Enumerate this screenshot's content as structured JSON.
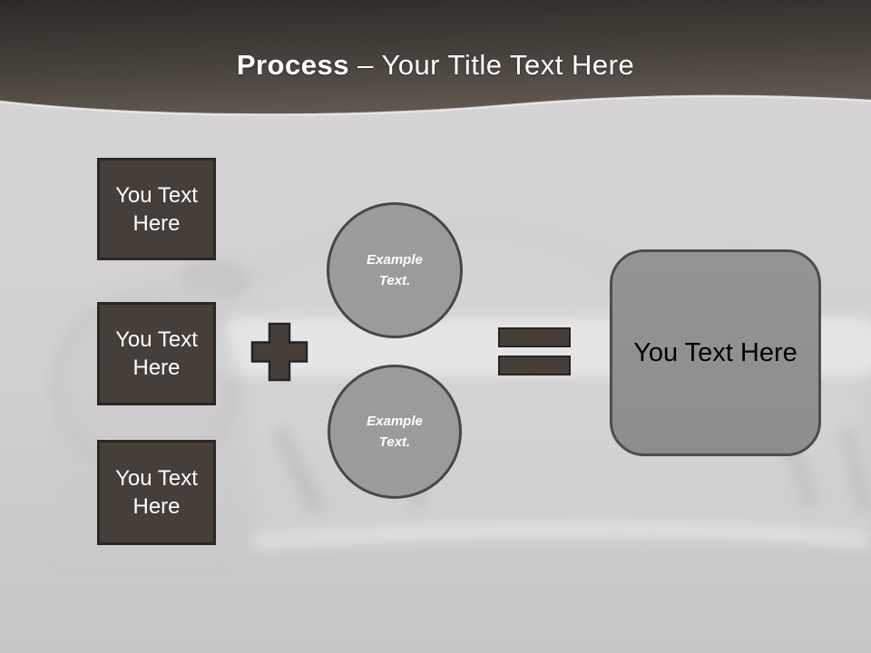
{
  "slide": {
    "title": {
      "emphasis": "Process",
      "rest": "– Your Title Text Here"
    },
    "left_boxes": [
      {
        "label": "You Text Here",
        "lines": [
          "You Text",
          "Here"
        ]
      },
      {
        "label": "You Text Here",
        "lines": [
          "You Text",
          "Here"
        ]
      },
      {
        "label": "You Text Here",
        "lines": [
          "You Text",
          "Here"
        ]
      }
    ],
    "circles": [
      {
        "label": "Example Text.",
        "lines": [
          "Example",
          "Text."
        ]
      },
      {
        "label": "Example Text.",
        "lines": [
          "Example",
          "Text."
        ]
      }
    ],
    "operators": [
      {
        "type": "plus"
      },
      {
        "type": "equals"
      }
    ],
    "result_box": {
      "label": "You Text Here"
    },
    "colors": {
      "header_top": "#322d28",
      "header_bottom": "#5f5750",
      "body_top": "#d6d4d5",
      "body_bottom": "#c7c5c6",
      "dark_shape_fill": "#453e39",
      "dark_shape_border": "#2b2723",
      "circle_fill": "#9b9b9b",
      "circle_border": "#474747",
      "result_fill": "#8f8f8f",
      "result_border": "#4d4d4d",
      "title_text": "#ffffff",
      "box_text": "#ffffff",
      "result_text": "#000000"
    }
  }
}
